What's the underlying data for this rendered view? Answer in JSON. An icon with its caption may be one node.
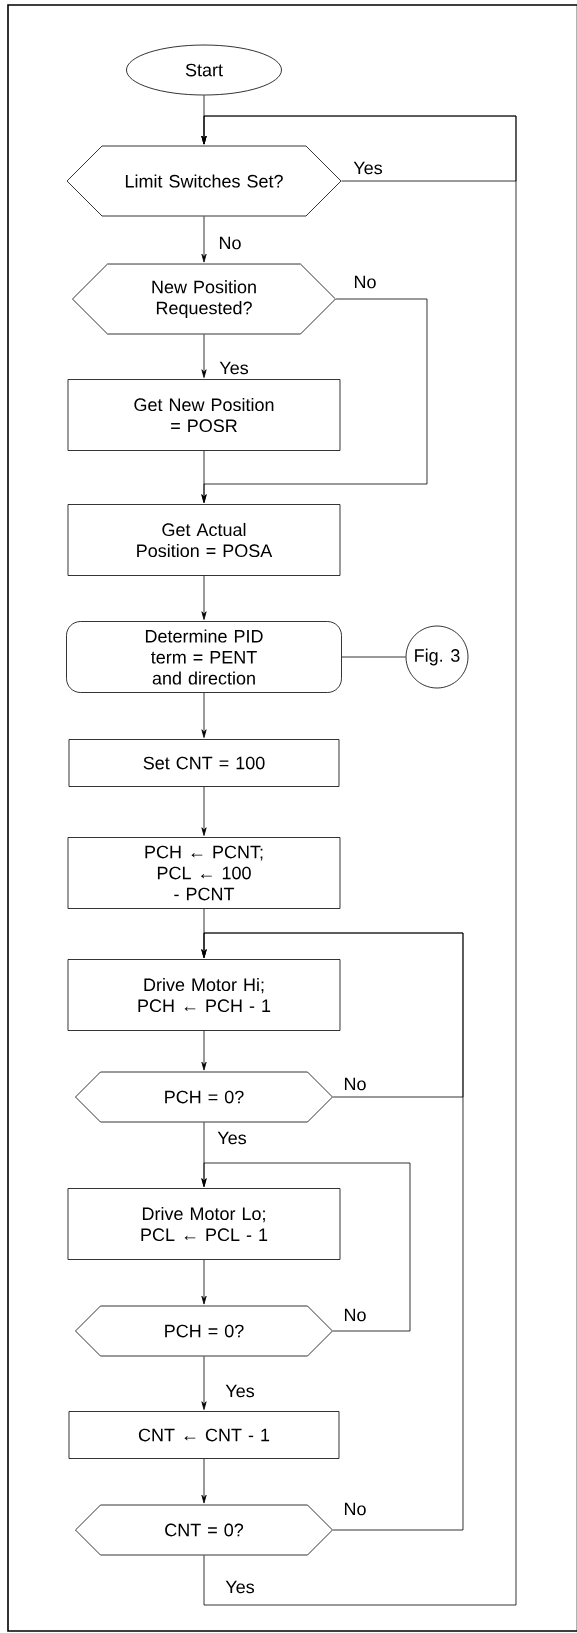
{
  "diagram": {
    "nodes": [
      {
        "text": [
          "Start"
        ]
      },
      {
        "text": [
          "Limit Switches Set?"
        ]
      },
      {
        "text": [
          "New Position Requested?"
        ]
      },
      {
        "text": [
          "Get New Position = POSR"
        ]
      },
      {
        "text": [
          "Get Actual Position = POSA"
        ]
      },
      {
        "text": [
          "Determine PID term = PENT and direction"
        ]
      },
      {
        "text": [
          "Fig. 3"
        ]
      },
      {
        "text": [
          "Set CNT = 100"
        ]
      },
      {
        "text": [
          "PCH ← PCNT; PCL ← 100 - PCNT"
        ]
      },
      {
        "text": [
          "Drive Motor Hi; PCH ← PCH - 1"
        ]
      },
      {
        "text": [
          "PCH = 0?"
        ]
      },
      {
        "text": [
          "Drive Motor Lo; PCL ← PCL - 1"
        ]
      },
      {
        "text": [
          "PCH = 0?"
        ]
      },
      {
        "text": [
          "CNT ← CNT - 1"
        ]
      },
      {
        "text": [
          "CNT = 0?"
        ]
      }
    ],
    "edges": [
      {
        "from": 0,
        "to": 1,
        "arrow": "to"
      },
      {
        "from": 1,
        "to": 1,
        "arrow": "to",
        "label": "Yes"
      },
      {
        "from": 1,
        "to": 2,
        "arrow": "to",
        "label": "No"
      },
      {
        "from": 2,
        "to": 3,
        "arrow": "to",
        "label": "Yes"
      },
      {
        "from": 2,
        "to": 4,
        "arrow": "to",
        "label": "No"
      },
      {
        "from": 3,
        "to": 4,
        "arrow": "to"
      },
      {
        "from": 4,
        "to": 5,
        "arrow": "to"
      },
      {
        "from": 5,
        "to": 6,
        "arrow": "none"
      },
      {
        "from": 5,
        "to": 7,
        "arrow": "to"
      },
      {
        "from": 7,
        "to": 8,
        "arrow": "to"
      },
      {
        "from": 8,
        "to": 9,
        "arrow": "to"
      },
      {
        "from": 9,
        "to": 10,
        "arrow": "to"
      },
      {
        "from": 10,
        "to": 9,
        "arrow": "to",
        "label": "No"
      },
      {
        "from": 10,
        "to": 11,
        "arrow": "to",
        "label": "Yes"
      },
      {
        "from": 11,
        "to": 12,
        "arrow": "to"
      },
      {
        "from": 12,
        "to": 11,
        "arrow": "to",
        "label": "No"
      },
      {
        "from": 12,
        "to": 13,
        "arrow": "to",
        "label": "Yes"
      },
      {
        "from": 13,
        "to": 14,
        "arrow": "to"
      },
      {
        "from": 14,
        "to": 9,
        "arrow": "to",
        "label": "No"
      },
      {
        "from": 14,
        "to": 1,
        "arrow": "to",
        "label": "Yes"
      }
    ]
  }
}
